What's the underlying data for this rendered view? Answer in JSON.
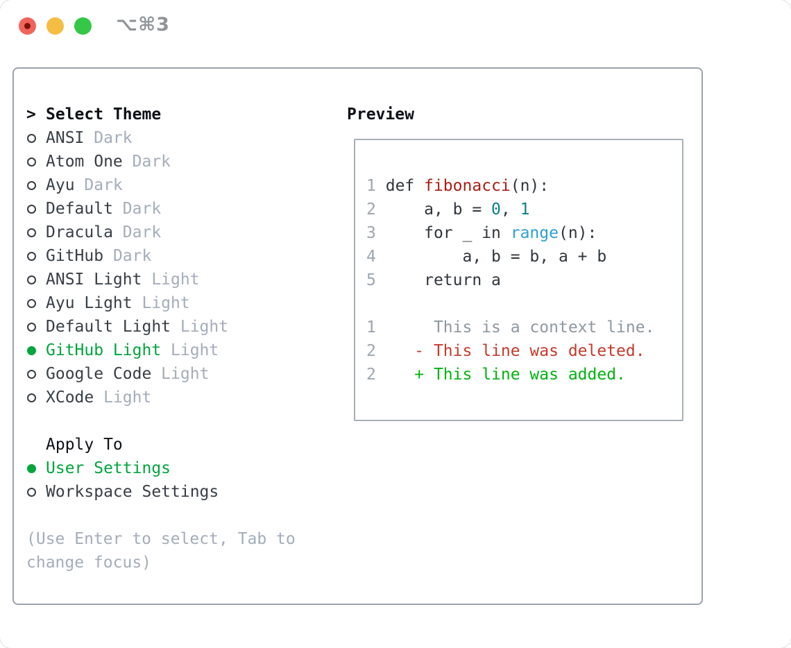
{
  "window": {
    "title": "⌥⌘3",
    "traffic_lights": [
      "close",
      "minimize",
      "zoom"
    ]
  },
  "picker": {
    "prompt": ">",
    "title": "Select Theme",
    "themes": [
      {
        "name": "ANSI",
        "variant": "Dark",
        "selected": false
      },
      {
        "name": "Atom One",
        "variant": "Dark",
        "selected": false
      },
      {
        "name": "Ayu",
        "variant": "Dark",
        "selected": false
      },
      {
        "name": "Default",
        "variant": "Dark",
        "selected": false
      },
      {
        "name": "Dracula",
        "variant": "Dark",
        "selected": false
      },
      {
        "name": "GitHub",
        "variant": "Dark",
        "selected": false
      },
      {
        "name": "ANSI Light",
        "variant": "Light",
        "selected": false
      },
      {
        "name": "Ayu Light",
        "variant": "Light",
        "selected": false
      },
      {
        "name": "Default Light",
        "variant": "Light",
        "selected": false
      },
      {
        "name": "GitHub Light",
        "variant": "Light",
        "selected": true
      },
      {
        "name": "Google Code",
        "variant": "Light",
        "selected": false
      },
      {
        "name": "XCode",
        "variant": "Light",
        "selected": false
      }
    ],
    "apply_title": "Apply To",
    "apply_options": [
      {
        "label": "User Settings",
        "selected": true
      },
      {
        "label": "Workspace Settings",
        "selected": false
      }
    ],
    "hint_lines": [
      "(Use Enter to select, Tab to",
      "change focus)"
    ]
  },
  "preview": {
    "title": "Preview",
    "code_lines": [
      {
        "num": "1",
        "tokens": [
          {
            "text": "def ",
            "style": "default"
          },
          {
            "text": "fibonacci",
            "style": "function"
          },
          {
            "text": "(n):",
            "style": "default"
          }
        ]
      },
      {
        "num": "2",
        "tokens": [
          {
            "text": "    a, b = ",
            "style": "default"
          },
          {
            "text": "0",
            "style": "number"
          },
          {
            "text": ", ",
            "style": "default"
          },
          {
            "text": "1",
            "style": "number"
          }
        ]
      },
      {
        "num": "3",
        "tokens": [
          {
            "text": "    for _ in ",
            "style": "default"
          },
          {
            "text": "range",
            "style": "builtin"
          },
          {
            "text": "(n):",
            "style": "default"
          }
        ]
      },
      {
        "num": "4",
        "tokens": [
          {
            "text": "        a, b = b, a + b",
            "style": "default"
          }
        ]
      },
      {
        "num": "5",
        "tokens": [
          {
            "text": "    return a",
            "style": "default"
          }
        ]
      }
    ],
    "diff_lines": [
      {
        "num": "1",
        "text": "     This is a context line.",
        "kind": "context"
      },
      {
        "num": "2",
        "text": "   - This line was deleted.",
        "kind": "deleted"
      },
      {
        "num": "2",
        "text": "   + This line was added.",
        "kind": "added"
      }
    ]
  },
  "colors": {
    "accent-green": "#00a53c",
    "added-green": "#00b30f",
    "deleted-red": "#c43a2b",
    "function-red": "#ab1d15",
    "number-teal": "#0d7e8c",
    "builtin-blue": "#2d9fd3",
    "code-text": "#2f363d",
    "name-text": "#373e46",
    "muted": "#a3adba",
    "line-number": "#9aa6b2",
    "context-gray": "#8e98a2",
    "panel-border": "#9aa3b0",
    "box-border": "#a7aeb8",
    "titlebar-gray": "#8f9499",
    "light-red": "#f2635c",
    "light-red-dot": "#7a1208",
    "light-yellow": "#f6bd45",
    "light-green": "#34c748"
  }
}
